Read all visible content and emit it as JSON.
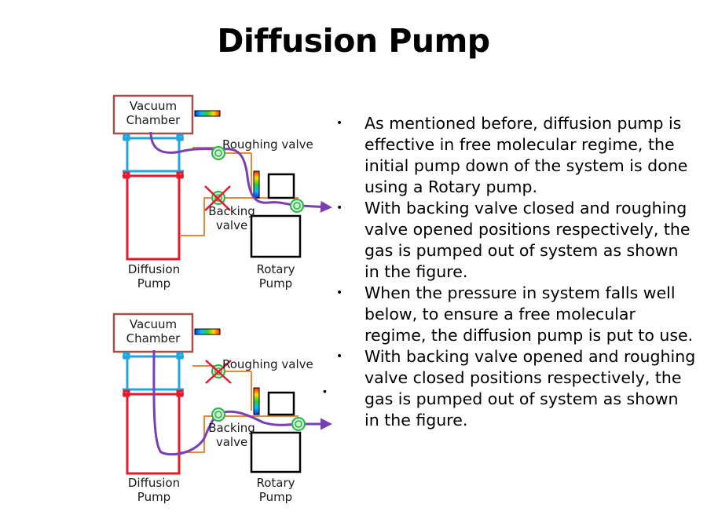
{
  "title": "Diffusion Pump",
  "diagrams": [
    {
      "vacuum_chamber": [
        "Vacuum",
        "Chamber"
      ],
      "roughing_valve": "Roughing valve",
      "backing_valve": [
        "Backing",
        "valve"
      ],
      "diffusion_pump": [
        "Diffusion",
        "Pump"
      ],
      "rotary_pump": [
        "Rotary",
        "Pump"
      ],
      "closed_valve": "backing"
    },
    {
      "vacuum_chamber": [
        "Vacuum",
        "Chamber"
      ],
      "roughing_valve": "Roughing valve",
      "backing_valve": [
        "Backing",
        "valve"
      ],
      "diffusion_pump": [
        "Diffusion",
        "Pump"
      ],
      "rotary_pump": [
        "Rotary",
        "Pump"
      ],
      "closed_valve": "roughing"
    }
  ],
  "bullets": [
    "As mentioned before, diffusion pump is effective in free molecular regime, the initial pump down of the system is done using a Rotary pump.",
    "With backing valve closed and roughing valve opened positions respectively, the gas is pumped out of system as shown in the figure.",
    "When the pressure in system falls well below, to ensure a free molecular regime, the diffusion pump is put to use.",
    "With backing valve opened and roughing valve closed positions respectively, the gas is pumped out of system as shown in the figure."
  ],
  "bullet_glyph": "•",
  "colors": {
    "chamber_border": "#a0524d",
    "cyan_pipe": "#1ea7e0",
    "red_pump": "#e8192c",
    "orange_line": "#e8883a",
    "purple_flow": "#7b3fb5",
    "valve_green": "#2db34a",
    "x_mark": "#e8192c"
  }
}
